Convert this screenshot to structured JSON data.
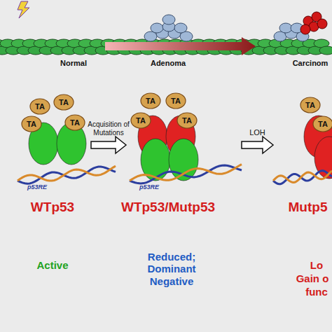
{
  "diagram": {
    "nodes": [
      {
        "text": [
          "TA"
        ]
      },
      {
        "text": [
          "TA"
        ]
      },
      {
        "text": [
          "TA"
        ]
      },
      {
        "text": [
          "TA"
        ]
      },
      {
        "text": [
          "TA"
        ]
      },
      {
        "text": [
          "TA"
        ]
      },
      {
        "text": [
          "TA"
        ]
      },
      {
        "text": [
          "TA"
        ]
      },
      {
        "text": [
          "TA"
        ]
      },
      {
        "text": [
          "TA"
        ]
      }
    ],
    "labels": [
      "Normal",
      "Adenoma",
      "Carcinom",
      "p53RE",
      "p53RE",
      "Acquisition of Mutations",
      "LOH",
      "WTp53",
      "WTp53/Mutp53",
      "Mutp5",
      "Active",
      "Reduced; Dominant Negative",
      "Lo",
      "Gain o",
      "func"
    ]
  }
}
